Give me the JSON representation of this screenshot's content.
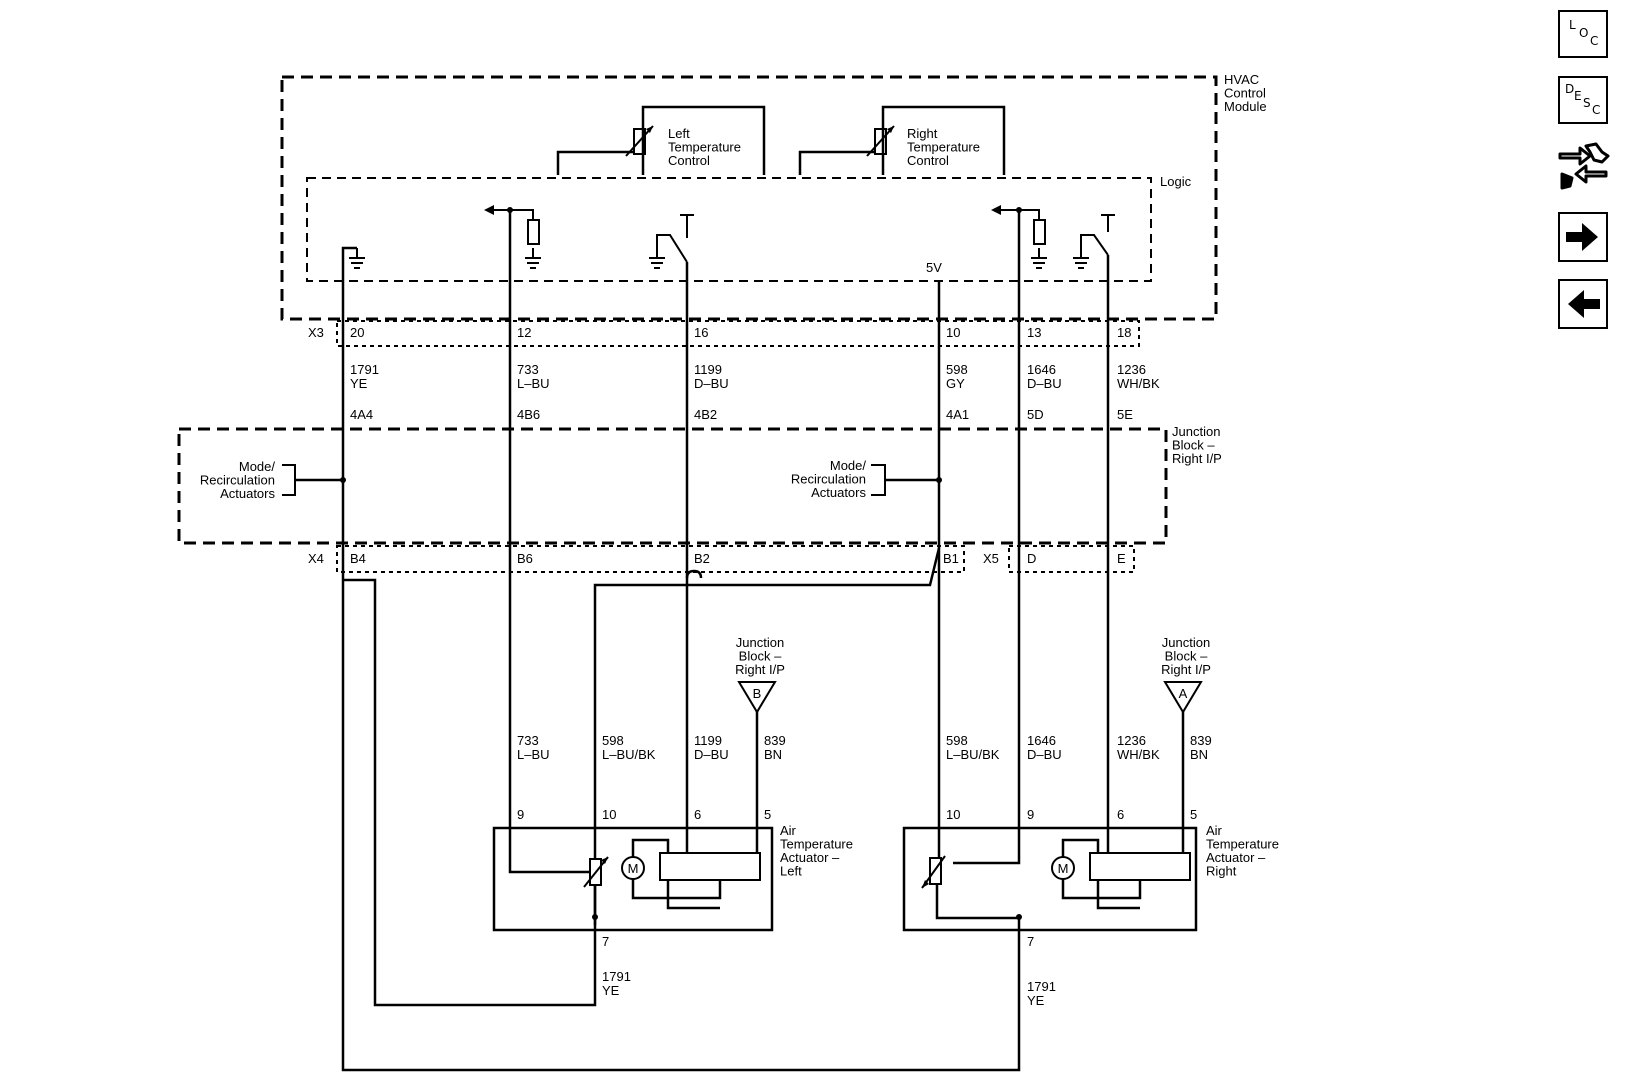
{
  "modules": {
    "hvac": "HVAC\nControl\nModule",
    "logic": "Logic",
    "junction": "Junction\nBlock –\nRight I/P",
    "left_temp": "Left\nTemperature\nControl",
    "right_temp": "Right\nTemperature\nControl",
    "mode_left": "Mode/\nRecirculation\nActuators",
    "mode_right": "Mode/\nRecirculation\nActuators",
    "jb_ref_left": "Junction\nBlock –\nRight I/P",
    "jb_ref_right": "Junction\nBlock –\nRight I/P",
    "jb_letter_left": "B",
    "jb_letter_right": "A",
    "act_left": "Air\nTemperature\nActuator –\nLeft",
    "act_right": "Air\nTemperature\nActuator –\nRight",
    "v5": "5V",
    "motor": "M"
  },
  "connectors": {
    "x3": "X3",
    "x4": "X4",
    "x5": "X5"
  },
  "hvac_pins": [
    "20",
    "12",
    "16",
    "10",
    "13",
    "18"
  ],
  "hvac_wires": [
    {
      "circuit": "1791",
      "color": "YE"
    },
    {
      "circuit": "733",
      "color": "L–BU"
    },
    {
      "circuit": "1199",
      "color": "D–BU"
    },
    {
      "circuit": "598",
      "color": "GY"
    },
    {
      "circuit": "1646",
      "color": "D–BU"
    },
    {
      "circuit": "1236",
      "color": "WH/BK"
    }
  ],
  "jb_top_pins": [
    "4A4",
    "4B6",
    "4B2",
    "4A1",
    "5D",
    "5E"
  ],
  "jb_bottom_pins": [
    "B4",
    "B6",
    "B2",
    "B1",
    "D",
    "E"
  ],
  "left_wires": [
    {
      "circuit": "733",
      "color": "L–BU"
    },
    {
      "circuit": "598",
      "color": "L–BU/BK"
    },
    {
      "circuit": "1199",
      "color": "D–BU"
    },
    {
      "circuit": "839",
      "color": "BN"
    }
  ],
  "right_wires": [
    {
      "circuit": "598",
      "color": "L–BU/BK"
    },
    {
      "circuit": "1646",
      "color": "D–BU"
    },
    {
      "circuit": "1236",
      "color": "WH/BK"
    },
    {
      "circuit": "839",
      "color": "BN"
    }
  ],
  "left_pins": [
    "9",
    "10",
    "6",
    "5"
  ],
  "right_pins": [
    "10",
    "9",
    "6",
    "5"
  ],
  "left_ground": {
    "pin": "7",
    "circuit": "1791",
    "color": "YE"
  },
  "right_ground": {
    "pin": "7",
    "circuit": "1791",
    "color": "YE"
  },
  "nav": {
    "loc": {
      "a": "L",
      "b": "O",
      "c": "C"
    },
    "desc": {
      "a": "D",
      "b": "E",
      "c": "S",
      "d": "C"
    },
    "icons": [
      "location-icon",
      "description-icon",
      "connector-icon",
      "next-arrow-icon",
      "back-arrow-icon"
    ]
  }
}
